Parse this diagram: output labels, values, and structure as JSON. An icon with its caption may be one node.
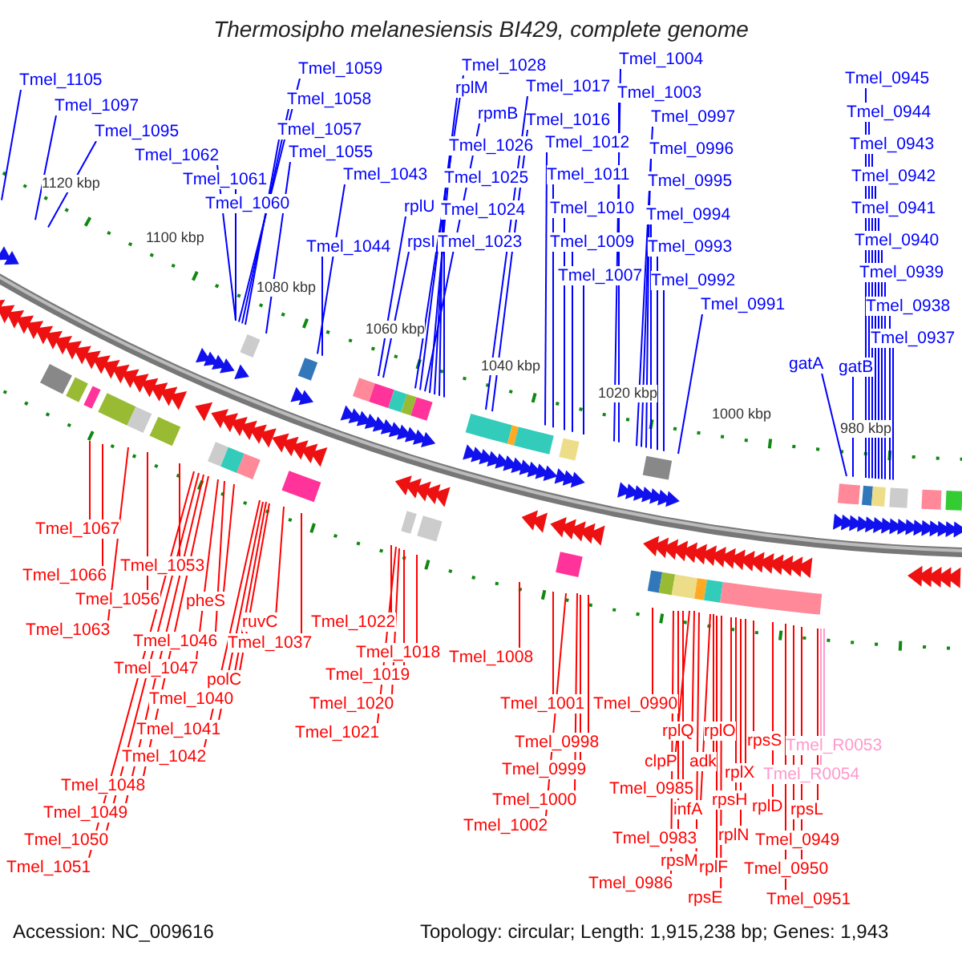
{
  "diagram": {
    "title": "Thermosipho melanesiensis BI429, complete genome",
    "nodes": [
      {
        "text": [
          "Tmel_1105"
        ]
      },
      {
        "text": [
          "Tmel_1097"
        ]
      },
      {
        "text": [
          "Tmel_1095"
        ]
      },
      {
        "text": [
          "Tmel_1062"
        ]
      },
      {
        "text": [
          "Tmel_1061"
        ]
      },
      {
        "text": [
          "Tmel_1060"
        ]
      },
      {
        "text": [
          "Tmel_1059"
        ]
      },
      {
        "text": [
          "Tmel_1058"
        ]
      },
      {
        "text": [
          "Tmel_1057"
        ]
      },
      {
        "text": [
          "Tmel_1055"
        ]
      },
      {
        "text": [
          "Tmel_1043"
        ]
      },
      {
        "text": [
          "Tmel_1044"
        ]
      },
      {
        "text": [
          "rplU"
        ]
      },
      {
        "text": [
          "rpsI"
        ]
      },
      {
        "text": [
          "Tmel_1028"
        ]
      },
      {
        "text": [
          "rplM"
        ]
      },
      {
        "text": [
          "rpmB"
        ]
      },
      {
        "text": [
          "Tmel_1026"
        ]
      },
      {
        "text": [
          "Tmel_1025"
        ]
      },
      {
        "text": [
          "Tmel_1024"
        ]
      },
      {
        "text": [
          "Tmel_1023"
        ]
      },
      {
        "text": [
          "Tmel_1017"
        ]
      },
      {
        "text": [
          "Tmel_1016"
        ]
      },
      {
        "text": [
          "Tmel_1012"
        ]
      },
      {
        "text": [
          "Tmel_1011"
        ]
      },
      {
        "text": [
          "Tmel_1010"
        ]
      },
      {
        "text": [
          "Tmel_1009"
        ]
      },
      {
        "text": [
          "Tmel_1007"
        ]
      },
      {
        "text": [
          "Tmel_1004"
        ]
      },
      {
        "text": [
          "Tmel_1003"
        ]
      },
      {
        "text": [
          "Tmel_0997"
        ]
      },
      {
        "text": [
          "Tmel_0996"
        ]
      },
      {
        "text": [
          "Tmel_0995"
        ]
      },
      {
        "text": [
          "Tmel_0994"
        ]
      },
      {
        "text": [
          "Tmel_0993"
        ]
      },
      {
        "text": [
          "Tmel_0992"
        ]
      },
      {
        "text": [
          "Tmel_0991"
        ]
      },
      {
        "text": [
          "gatA"
        ]
      },
      {
        "text": [
          "gatB"
        ]
      },
      {
        "text": [
          "Tmel_0945"
        ]
      },
      {
        "text": [
          "Tmel_0944"
        ]
      },
      {
        "text": [
          "Tmel_0943"
        ]
      },
      {
        "text": [
          "Tmel_0942"
        ]
      },
      {
        "text": [
          "Tmel_0941"
        ]
      },
      {
        "text": [
          "Tmel_0940"
        ]
      },
      {
        "text": [
          "Tmel_0939"
        ]
      },
      {
        "text": [
          "Tmel_0938"
        ]
      },
      {
        "text": [
          "Tmel_0937"
        ]
      },
      {
        "text": [
          "Tmel_1067"
        ]
      },
      {
        "text": [
          "Tmel_1066"
        ]
      },
      {
        "text": [
          "Tmel_1053"
        ]
      },
      {
        "text": [
          "Tmel_1056"
        ]
      },
      {
        "text": [
          "Tmel_1063"
        ]
      },
      {
        "text": [
          "pheS"
        ]
      },
      {
        "text": [
          "Tmel_1046"
        ]
      },
      {
        "text": [
          "ruvC"
        ]
      },
      {
        "text": [
          "Tmel_1037"
        ]
      },
      {
        "text": [
          "Tmel_1047"
        ]
      },
      {
        "text": [
          "polC"
        ]
      },
      {
        "text": [
          "Tmel_1040"
        ]
      },
      {
        "text": [
          "Tmel_1041"
        ]
      },
      {
        "text": [
          "Tmel_1042"
        ]
      },
      {
        "text": [
          "Tmel_1048"
        ]
      },
      {
        "text": [
          "Tmel_1049"
        ]
      },
      {
        "text": [
          "Tmel_1050"
        ]
      },
      {
        "text": [
          "Tmel_1051"
        ]
      },
      {
        "text": [
          "Tmel_1022"
        ]
      },
      {
        "text": [
          "Tmel_1018"
        ]
      },
      {
        "text": [
          "Tmel_1019"
        ]
      },
      {
        "text": [
          "Tmel_1020"
        ]
      },
      {
        "text": [
          "Tmel_1021"
        ]
      },
      {
        "text": [
          "Tmel_1008"
        ]
      },
      {
        "text": [
          "Tmel_1001"
        ]
      },
      {
        "text": [
          "Tmel_0998"
        ]
      },
      {
        "text": [
          "Tmel_0999"
        ]
      },
      {
        "text": [
          "Tmel_1000"
        ]
      },
      {
        "text": [
          "Tmel_1002"
        ]
      },
      {
        "text": [
          "Tmel_0990"
        ]
      },
      {
        "text": [
          "rplQ"
        ]
      },
      {
        "text": [
          "rplO"
        ]
      },
      {
        "text": [
          "rpsS"
        ]
      },
      {
        "text": [
          "clpP"
        ]
      },
      {
        "text": [
          "adk"
        ]
      },
      {
        "text": [
          "rplX"
        ]
      },
      {
        "text": [
          "Tmel_0985"
        ]
      },
      {
        "text": [
          "infA"
        ]
      },
      {
        "text": [
          "rpsH"
        ]
      },
      {
        "text": [
          "rplD"
        ]
      },
      {
        "text": [
          "rpsL"
        ]
      },
      {
        "text": [
          "Tmel_0983"
        ]
      },
      {
        "text": [
          "rplN"
        ]
      },
      {
        "text": [
          "Tmel_0949"
        ]
      },
      {
        "text": [
          "rpsM"
        ]
      },
      {
        "text": [
          "rplF"
        ]
      },
      {
        "text": [
          "Tmel_0950"
        ]
      },
      {
        "text": [
          "Tmel_0986"
        ]
      },
      {
        "text": [
          "rpsE"
        ]
      },
      {
        "text": [
          "Tmel_0951"
        ]
      },
      {
        "text": [
          "Tmel_R0053"
        ]
      },
      {
        "text": [
          "Tmel_R0054"
        ]
      }
    ],
    "edges": [
      {
        "from": 0,
        "to": null,
        "arrow": "none",
        "color": "#0000ff"
      },
      {
        "from": 1,
        "to": null,
        "arrow": "none",
        "color": "#0000ff"
      },
      {
        "from": 2,
        "to": null,
        "arrow": "none",
        "color": "#0000ff"
      },
      {
        "from": 3,
        "to": null,
        "arrow": "none",
        "color": "#0000ff"
      },
      {
        "from": 4,
        "to": null,
        "arrow": "none",
        "color": "#0000ff"
      },
      {
        "from": 5,
        "to": null,
        "arrow": "none",
        "color": "#0000ff"
      },
      {
        "from": 6,
        "to": null,
        "arrow": "none",
        "color": "#0000ff"
      },
      {
        "from": 7,
        "to": null,
        "arrow": "none",
        "color": "#0000ff"
      },
      {
        "from": 8,
        "to": null,
        "arrow": "none",
        "color": "#0000ff"
      },
      {
        "from": 9,
        "to": null,
        "arrow": "none",
        "color": "#0000ff"
      },
      {
        "from": 10,
        "to": null,
        "arrow": "none",
        "color": "#0000ff"
      },
      {
        "from": 11,
        "to": null,
        "arrow": "none",
        "color": "#0000ff"
      },
      {
        "from": 12,
        "to": null,
        "arrow": "none",
        "color": "#0000ff"
      },
      {
        "from": 13,
        "to": null,
        "arrow": "none",
        "color": "#0000ff"
      },
      {
        "from": 14,
        "to": null,
        "arrow": "none",
        "color": "#0000ff"
      },
      {
        "from": 15,
        "to": null,
        "arrow": "none",
        "color": "#0000ff"
      },
      {
        "from": 16,
        "to": null,
        "arrow": "none",
        "color": "#0000ff"
      },
      {
        "from": 17,
        "to": null,
        "arrow": "none",
        "color": "#0000ff"
      },
      {
        "from": 18,
        "to": null,
        "arrow": "none",
        "color": "#0000ff"
      },
      {
        "from": 19,
        "to": null,
        "arrow": "none",
        "color": "#0000ff"
      },
      {
        "from": 20,
        "to": null,
        "arrow": "none",
        "color": "#0000ff"
      },
      {
        "from": 21,
        "to": null,
        "arrow": "none",
        "color": "#0000ff"
      },
      {
        "from": 22,
        "to": null,
        "arrow": "none",
        "color": "#0000ff"
      },
      {
        "from": 23,
        "to": null,
        "arrow": "none",
        "color": "#0000ff"
      },
      {
        "from": 24,
        "to": null,
        "arrow": "none",
        "color": "#0000ff"
      },
      {
        "from": 25,
        "to": null,
        "arrow": "none",
        "color": "#0000ff"
      },
      {
        "from": 26,
        "to": null,
        "arrow": "none",
        "color": "#0000ff"
      },
      {
        "from": 27,
        "to": null,
        "arrow": "none",
        "color": "#0000ff"
      },
      {
        "from": 28,
        "to": null,
        "arrow": "none",
        "color": "#0000ff"
      },
      {
        "from": 29,
        "to": null,
        "arrow": "none",
        "color": "#0000ff"
      },
      {
        "from": 30,
        "to": null,
        "arrow": "none",
        "color": "#0000ff"
      },
      {
        "from": 31,
        "to": null,
        "arrow": "none",
        "color": "#0000ff"
      },
      {
        "from": 32,
        "to": null,
        "arrow": "none",
        "color": "#0000ff"
      },
      {
        "from": 33,
        "to": null,
        "arrow": "none",
        "color": "#0000ff"
      },
      {
        "from": 34,
        "to": null,
        "arrow": "none",
        "color": "#0000ff"
      },
      {
        "from": 35,
        "to": null,
        "arrow": "none",
        "color": "#0000ff"
      },
      {
        "from": 36,
        "to": null,
        "arrow": "none",
        "color": "#0000ff"
      },
      {
        "from": 37,
        "to": null,
        "arrow": "none",
        "color": "#0000ff"
      },
      {
        "from": 38,
        "to": null,
        "arrow": "none",
        "color": "#0000ff"
      },
      {
        "from": 39,
        "to": null,
        "arrow": "none",
        "color": "#0000ff"
      },
      {
        "from": 40,
        "to": null,
        "arrow": "none",
        "color": "#0000ff"
      },
      {
        "from": 41,
        "to": null,
        "arrow": "none",
        "color": "#0000ff"
      },
      {
        "from": 42,
        "to": null,
        "arrow": "none",
        "color": "#0000ff"
      },
      {
        "from": 43,
        "to": null,
        "arrow": "none",
        "color": "#0000ff"
      },
      {
        "from": 44,
        "to": null,
        "arrow": "none",
        "color": "#0000ff"
      },
      {
        "from": 45,
        "to": null,
        "arrow": "none",
        "color": "#0000ff"
      },
      {
        "from": 46,
        "to": null,
        "arrow": "none",
        "color": "#0000ff"
      },
      {
        "from": 47,
        "to": null,
        "arrow": "none",
        "color": "#0000ff"
      },
      {
        "from": 48,
        "to": null,
        "arrow": "none"
      },
      {
        "from": 49,
        "to": null,
        "arrow": "none"
      },
      {
        "from": 50,
        "to": null,
        "arrow": "none"
      },
      {
        "from": 51,
        "to": null,
        "arrow": "none"
      },
      {
        "from": 52,
        "to": null,
        "arrow": "none"
      },
      {
        "from": 53,
        "to": null,
        "arrow": "none"
      },
      {
        "from": 54,
        "to": null,
        "arrow": "none"
      },
      {
        "from": 55,
        "to": null,
        "arrow": "none"
      },
      {
        "from": 56,
        "to": null,
        "arrow": "none"
      },
      {
        "from": 57,
        "to": null,
        "arrow": "none"
      },
      {
        "from": 58,
        "to": null,
        "arrow": "none"
      },
      {
        "from": 59,
        "to": null,
        "arrow": "none"
      },
      {
        "from": 60,
        "to": null,
        "arrow": "none"
      },
      {
        "from": 61,
        "to": null,
        "arrow": "none"
      },
      {
        "from": 62,
        "to": null,
        "arrow": "none"
      },
      {
        "from": 63,
        "to": null,
        "arrow": "none"
      },
      {
        "from": 64,
        "to": null,
        "arrow": "none"
      },
      {
        "from": 65,
        "to": null,
        "arrow": "none"
      },
      {
        "from": 66,
        "to": null,
        "arrow": "none"
      },
      {
        "from": 67,
        "to": null,
        "arrow": "none"
      },
      {
        "from": 68,
        "to": null,
        "arrow": "none"
      },
      {
        "from": 69,
        "to": null,
        "arrow": "none"
      },
      {
        "from": 70,
        "to": null,
        "arrow": "none"
      },
      {
        "from": 71,
        "to": null,
        "arrow": "none"
      },
      {
        "from": 72,
        "to": null,
        "arrow": "none"
      },
      {
        "from": 73,
        "to": null,
        "arrow": "none"
      },
      {
        "from": 74,
        "to": null,
        "arrow": "none"
      },
      {
        "from": 75,
        "to": null,
        "arrow": "none"
      },
      {
        "from": 76,
        "to": null,
        "arrow": "none"
      },
      {
        "from": 77,
        "to": null,
        "arrow": "none"
      },
      {
        "from": 78,
        "to": null,
        "arrow": "none"
      },
      {
        "from": 79,
        "to": null,
        "arrow": "none"
      },
      {
        "from": 80,
        "to": null,
        "arrow": "none"
      },
      {
        "from": 81,
        "to": null,
        "arrow": "none"
      },
      {
        "from": 82,
        "to": null,
        "arrow": "none"
      },
      {
        "from": 83,
        "to": null,
        "arrow": "none"
      },
      {
        "from": 84,
        "to": null,
        "arrow": "none"
      },
      {
        "from": 85,
        "to": null,
        "arrow": "none"
      },
      {
        "from": 86,
        "to": null,
        "arrow": "none"
      },
      {
        "from": 87,
        "to": null,
        "arrow": "none"
      },
      {
        "from": 88,
        "to": null,
        "arrow": "none"
      },
      {
        "from": 89,
        "to": null,
        "arrow": "none"
      },
      {
        "from": 90,
        "to": null,
        "arrow": "none"
      },
      {
        "from": 91,
        "to": null,
        "arrow": "none"
      },
      {
        "from": 92,
        "to": null,
        "arrow": "none"
      },
      {
        "from": 93,
        "to": null,
        "arrow": "none"
      },
      {
        "from": 94,
        "to": null,
        "arrow": "none"
      },
      {
        "from": 95,
        "to": null,
        "arrow": "none"
      },
      {
        "from": 96,
        "to": null,
        "arrow": "none"
      },
      {
        "from": 97,
        "to": null,
        "arrow": "none"
      },
      {
        "from": 98,
        "to": null,
        "arrow": "none",
        "color": "#ff99cc"
      },
      {
        "from": 99,
        "to": null,
        "arrow": "none",
        "color": "#ff99cc"
      }
    ],
    "labels": [
      "1120 kbp",
      "1100 kbp",
      "1080 kbp",
      "1060 kbp",
      "1040 kbp",
      "1020 kbp",
      "1000 kbp",
      "980 kbp",
      "Accession: NC_009616",
      "Topology: circular; Length: 1,915,238 bp; Genes: 1,943"
    ]
  }
}
